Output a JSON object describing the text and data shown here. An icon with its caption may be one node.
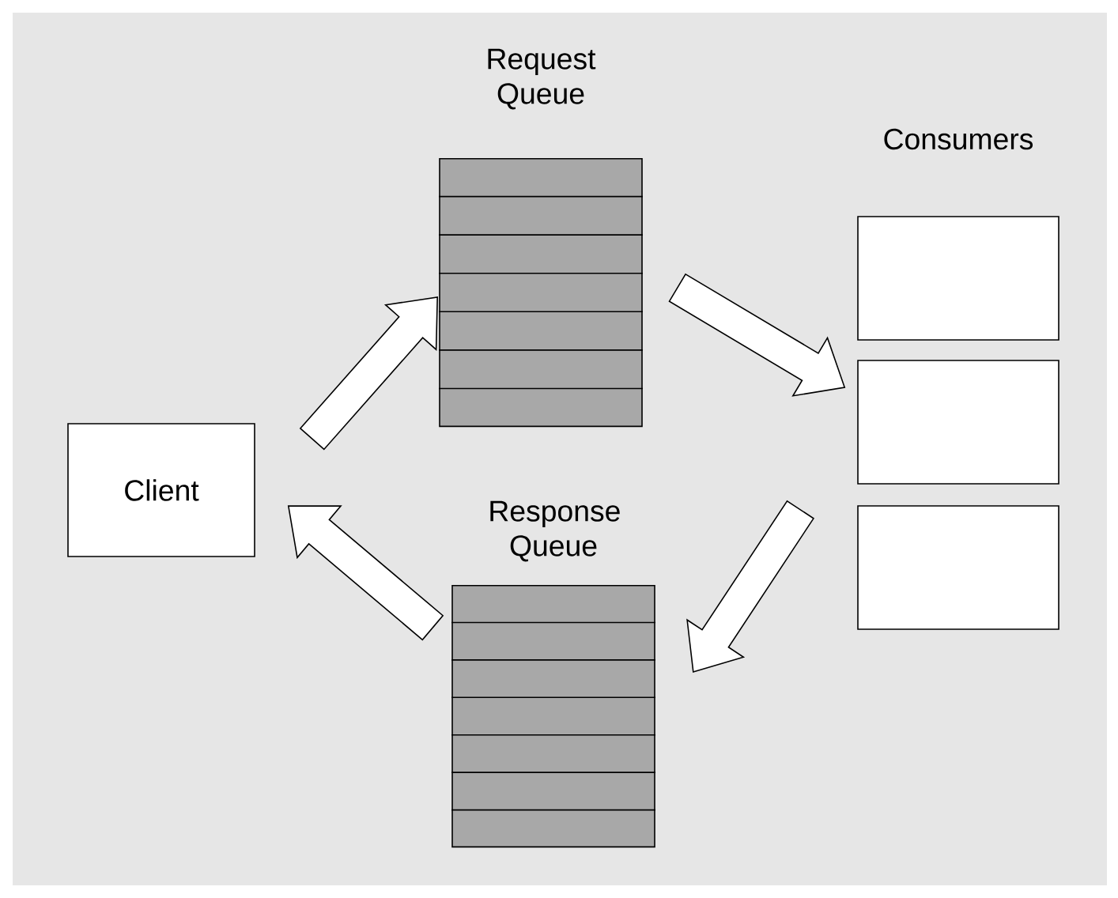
{
  "diagram": {
    "nodes": [
      {
        "text": [
          "Client"
        ]
      },
      {
        "text": [
          "Request Queue"
        ]
      },
      {
        "text": [],
        "shape": "box"
      },
      {
        "text": [],
        "shape": "box"
      },
      {
        "text": [],
        "shape": "box"
      },
      {
        "text": [
          "Response Queue"
        ]
      }
    ],
    "edges": [
      {
        "from": 0,
        "to": 1,
        "arrow": "to"
      },
      {
        "from": 1,
        "to": 3,
        "arrow": "to"
      },
      {
        "from": 3,
        "to": 5,
        "arrow": "to"
      },
      {
        "from": 5,
        "to": 0,
        "arrow": "to"
      }
    ],
    "labels": [
      "Consumers"
    ]
  }
}
